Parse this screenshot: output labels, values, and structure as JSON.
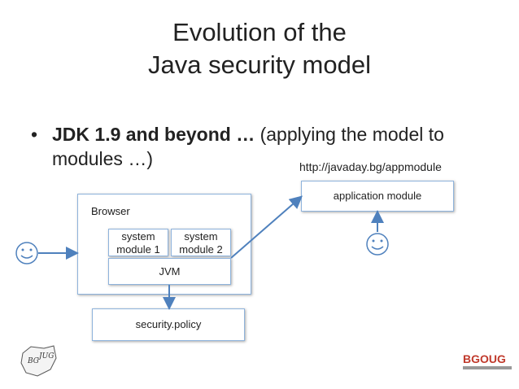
{
  "slide": {
    "title_line1": "Evolution of the",
    "title_line2": "Java security model",
    "bullet_bold": "JDK 1.9 and beyond …",
    "bullet_rest": " (applying the model to modules …)",
    "url": "http://javaday.bg/appmodule"
  },
  "diagram": {
    "browser_label": "Browser",
    "system_module_1": [
      "system",
      "module 1"
    ],
    "system_module_2": [
      "system",
      "module 2"
    ],
    "jvm_label": "JVM",
    "security_policy_label": "security.policy",
    "application_module_label": "application module",
    "colors": {
      "box_border": "#8eb3dc",
      "arrow": "#4f81bd",
      "smiley": "#ffffff"
    }
  },
  "logos": {
    "jug": "BG JUG",
    "bgoug": "BGOUG"
  }
}
